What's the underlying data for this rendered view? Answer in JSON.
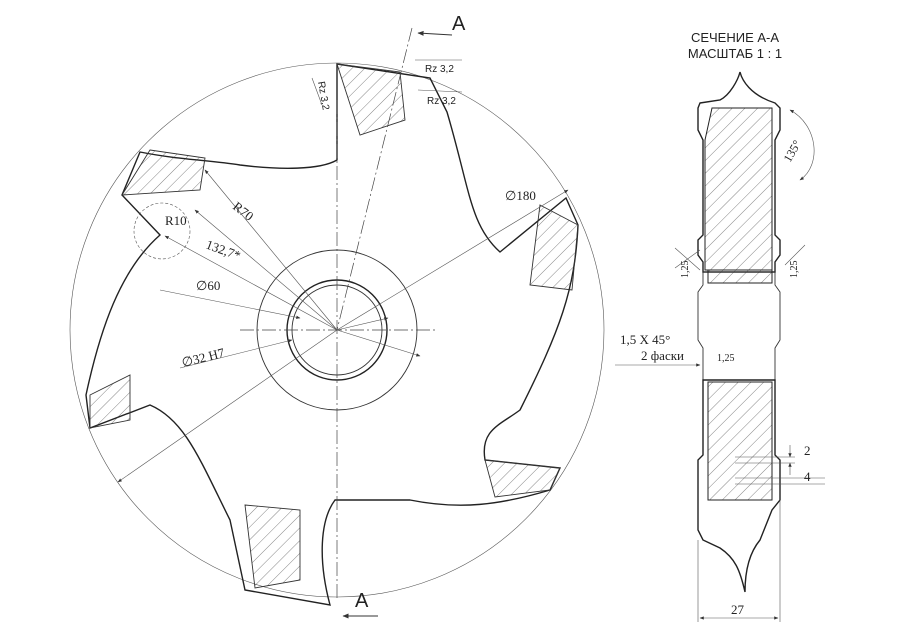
{
  "section_mark": {
    "top": "A",
    "bottom": "A"
  },
  "section_title": {
    "line1": "СЕЧЕНИЕ А-А",
    "line2": "МАСШТАБ 1 : 1"
  },
  "front_view": {
    "roughness": [
      "Rz 3,2",
      "Rz 3,2",
      "Rz 3,2"
    ],
    "outer_diameter": "∅180",
    "radius_outer": "R70",
    "radius_fillet": "R10",
    "radius_cut": "132,7*",
    "hub_diameter": "∅60",
    "bore_diameter": "∅32 H7"
  },
  "section_view": {
    "angle": "135°",
    "chamfer_left": "1,25",
    "chamfer_right": "1,25",
    "chamfer_bore": "1,25",
    "chamfer_note_line1": "1,5  X 45°",
    "chamfer_note_line2": "2 фаски",
    "dim_2": "2",
    "dim_4": "4",
    "width": "27"
  }
}
